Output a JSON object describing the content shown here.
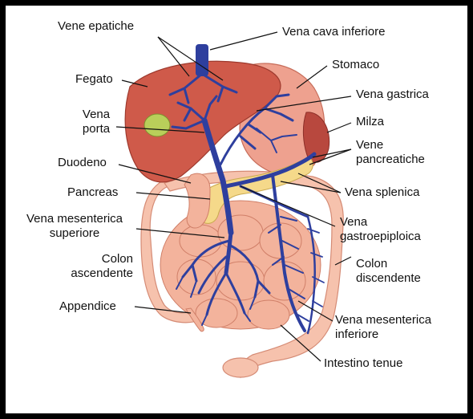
{
  "labels": {
    "vene_epatiche": "Vene epatiche",
    "vena_cava_inferiore": "Vena cava inferiore",
    "fegato": "Fegato",
    "stomaco": "Stomaco",
    "vena_gastrica": "Vena gastrica",
    "vena_porta_1": "Vena",
    "vena_porta_2": "porta",
    "milza": "Milza",
    "vene_pancreatiche_1": "Vene",
    "vene_pancreatiche_2": "pancreatiche",
    "duodeno": "Duodeno",
    "pancreas": "Pancreas",
    "vena_splenica": "Vena splenica",
    "vena_mes_sup_1": "Vena mesenterica",
    "vena_mes_sup_2": "superiore",
    "vena_gastroepiploica_1": "Vena",
    "vena_gastroepiploica_2": "gastroepiploica",
    "colon_ascendente_1": "Colon",
    "colon_ascendente_2": "ascendente",
    "colon_discendente_1": "Colon",
    "colon_discendente_2": "discendente",
    "appendice": "Appendice",
    "vena_mes_inf_1": "Vena mesenterica",
    "vena_mes_inf_2": "inferiore",
    "intestino_tenue": "Intestino tenue"
  },
  "colors": {
    "liver": "#cf5a4a",
    "stomach": "#eea18f",
    "spleen": "#b8483e",
    "intestine": "#f6c2ad",
    "pancreas": "#f5d98a",
    "gallbladder": "#b9cf5a",
    "vein": "#2e3f9e"
  }
}
